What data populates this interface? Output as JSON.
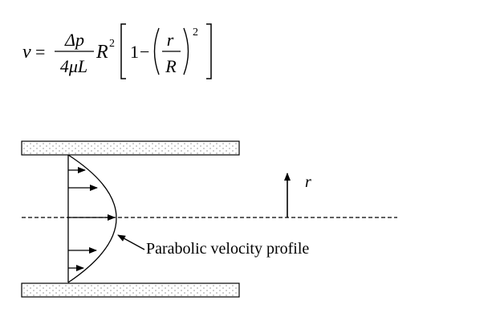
{
  "equation": {
    "lhs": "v",
    "equals": "=",
    "numerator": "Δp",
    "denominator": "4μL",
    "r_big": "R",
    "exponent_outer": "2",
    "one": "1",
    "minus": "−",
    "inner_numerator": "r",
    "inner_denominator": "R",
    "exponent_inner": "2"
  },
  "diagram": {
    "axis_label": "r",
    "profile_label": "Parabolic velocity profile"
  }
}
